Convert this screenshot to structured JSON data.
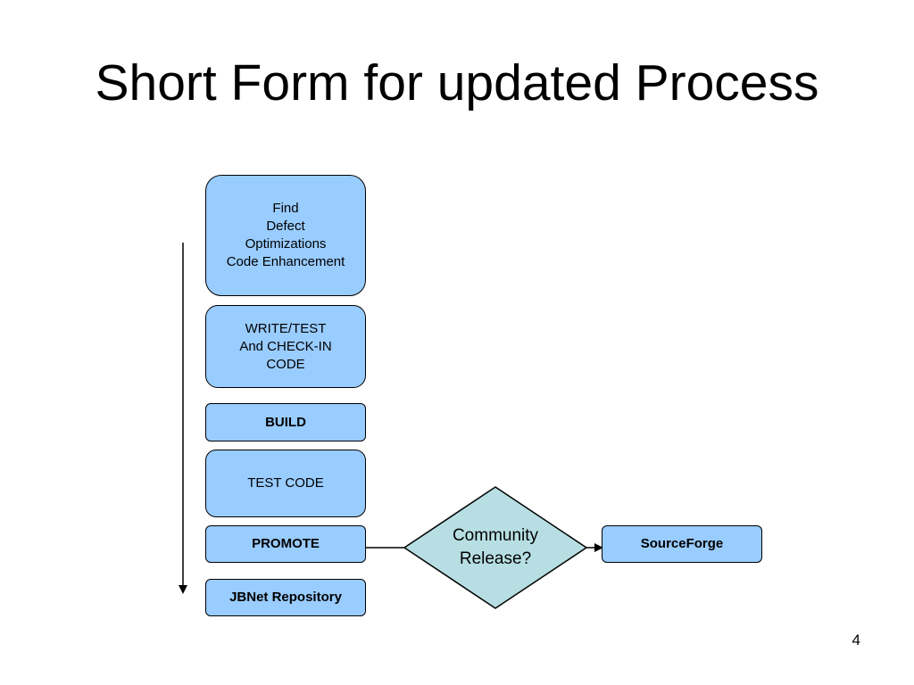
{
  "title": "Short Form for updated Process",
  "page_number": "4",
  "colors": {
    "box_fill": "#99ccff",
    "decision_fill": "#b7dfe3",
    "stroke": "#000000"
  },
  "steps": [
    {
      "lines": "Find\nDefect\nOptimizations\nCode Enhancement",
      "bold": false
    },
    {
      "lines": "WRITE/TEST\nAnd CHECK-IN\nCODE",
      "bold": false
    },
    {
      "lines": "BUILD",
      "bold": true
    },
    {
      "lines": "TEST CODE",
      "bold": false
    },
    {
      "lines": "PROMOTE",
      "bold": true
    },
    {
      "lines": "JBNet Repository",
      "bold": true
    }
  ],
  "decision": {
    "label": "Community\nRelease?"
  },
  "destination": {
    "label": "SourceForge"
  }
}
